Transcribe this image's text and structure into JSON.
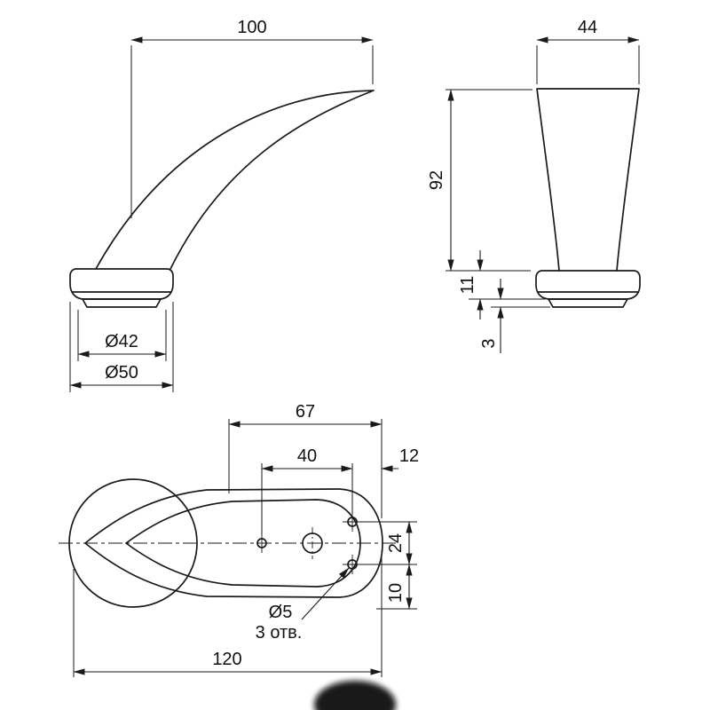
{
  "colors": {
    "line": "#1a1a1a",
    "background": "#ffffff"
  },
  "drawing": {
    "side_view": {
      "width": "100",
      "inner_diameter": "Ø42",
      "outer_diameter": "Ø50"
    },
    "front_view": {
      "width": "44",
      "height": "92",
      "foot_height": "11",
      "pad_thickness": "3"
    },
    "plan_view": {
      "plate_length": "67",
      "hole_span": "40",
      "edge_offset": "12",
      "hole_pair_span": "24",
      "bottom_offset": "10",
      "overall_length": "120",
      "hole_diameter": "Ø5",
      "hole_count_note": "3 отв."
    }
  }
}
